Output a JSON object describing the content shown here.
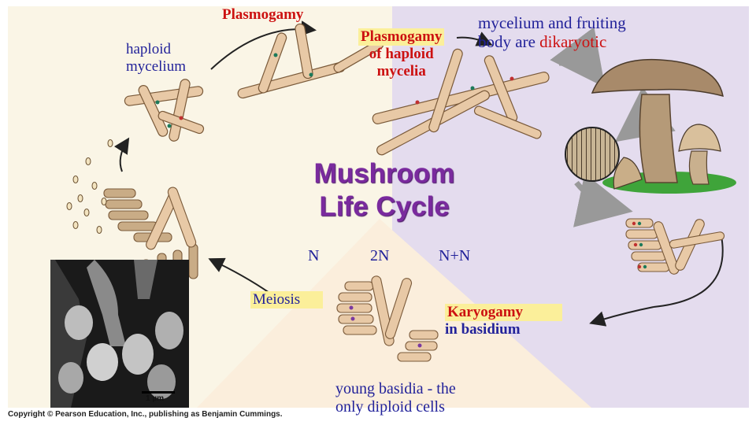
{
  "title": {
    "line1": "Mushroom",
    "line2": "Life Cycle"
  },
  "labels": {
    "plasmogamy_top": "Plasmogamy",
    "haploid_mycelium_1": "haploid",
    "haploid_mycelium_2": "mycelium",
    "plasmogamy_mid_1": "Plasmogamy",
    "plasmogamy_mid_2": "of haploid",
    "plasmogamy_mid_3": "mycelia",
    "dikaryotic_1": "mycelium and fruiting",
    "dikaryotic_2a": "body are ",
    "dikaryotic_2b": "dikaryotic",
    "ploidy_n": "N",
    "ploidy_2n": "2N",
    "ploidy_n_plus_n": "N+N",
    "meiosis": "Meiosis",
    "karyogamy_1": "Karyogamy",
    "karyogamy_2": "in basidium",
    "young_basidia_1": "young basidia - the",
    "young_basidia_2": "only diploid cells",
    "scale_bar": "1 µm",
    "copyright": "Copyright © Pearson Education, Inc., publishing as Benjamin Cummings."
  },
  "colors": {
    "haploid_region": "#faf5e6",
    "dikaryotic_region": "#e4dcee",
    "diploid_region": "#fbeedc",
    "title": "#7a2a9e",
    "label_red": "#cc1111",
    "label_blue": "#22229a",
    "highlight": "#fbef9a",
    "hyphae": "#e8c9a6",
    "arrow": "#222222"
  },
  "icons": [
    "mushroom-icon",
    "hypha-icon",
    "basidium-icon",
    "spore-icon",
    "micrograph-image",
    "cycle-arrow-icon"
  ]
}
